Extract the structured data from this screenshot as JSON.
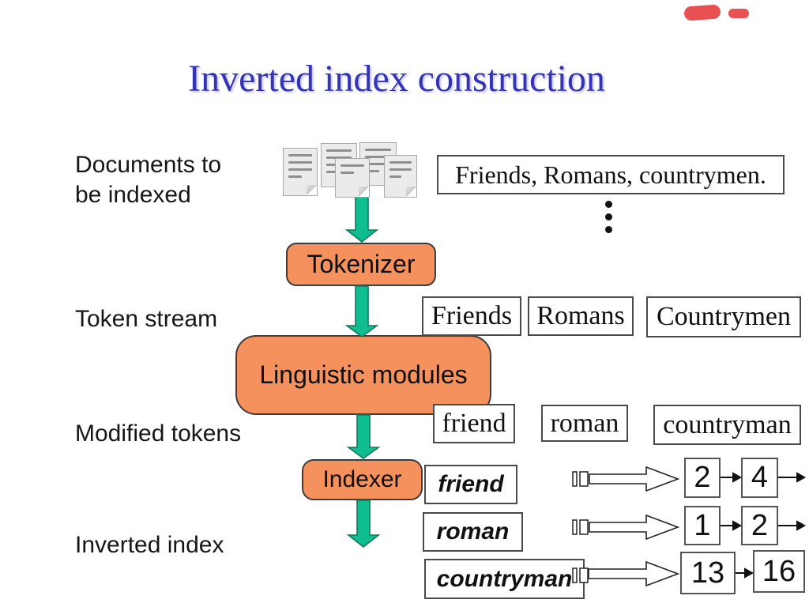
{
  "slide": {
    "title": "Inverted index construction"
  },
  "side_labels": {
    "documents": "Documents to be indexed",
    "token_stream": "Token stream",
    "modified_tokens": "Modified tokens",
    "inverted_index": "Inverted index"
  },
  "pipeline": {
    "source_sentence": "Friends, Romans, countrymen.",
    "stages": [
      "Tokenizer",
      "Linguistic modules",
      "Indexer"
    ],
    "tokens": [
      "Friends",
      "Romans",
      "Countrymen"
    ],
    "modified_tokens": [
      "friend",
      "roman",
      "countryman"
    ],
    "postings": [
      {
        "term": "friend",
        "ids": [
          "2",
          "4"
        ]
      },
      {
        "term": "roman",
        "ids": [
          "1",
          "2"
        ]
      },
      {
        "term": "countryman",
        "ids": [
          "13",
          "16"
        ]
      }
    ]
  },
  "colors": {
    "title_blue": "#3434b4",
    "stage_orange": "#f4915c",
    "arrow_green": "#0fbe90",
    "corner_mark_red": "#e22525"
  }
}
